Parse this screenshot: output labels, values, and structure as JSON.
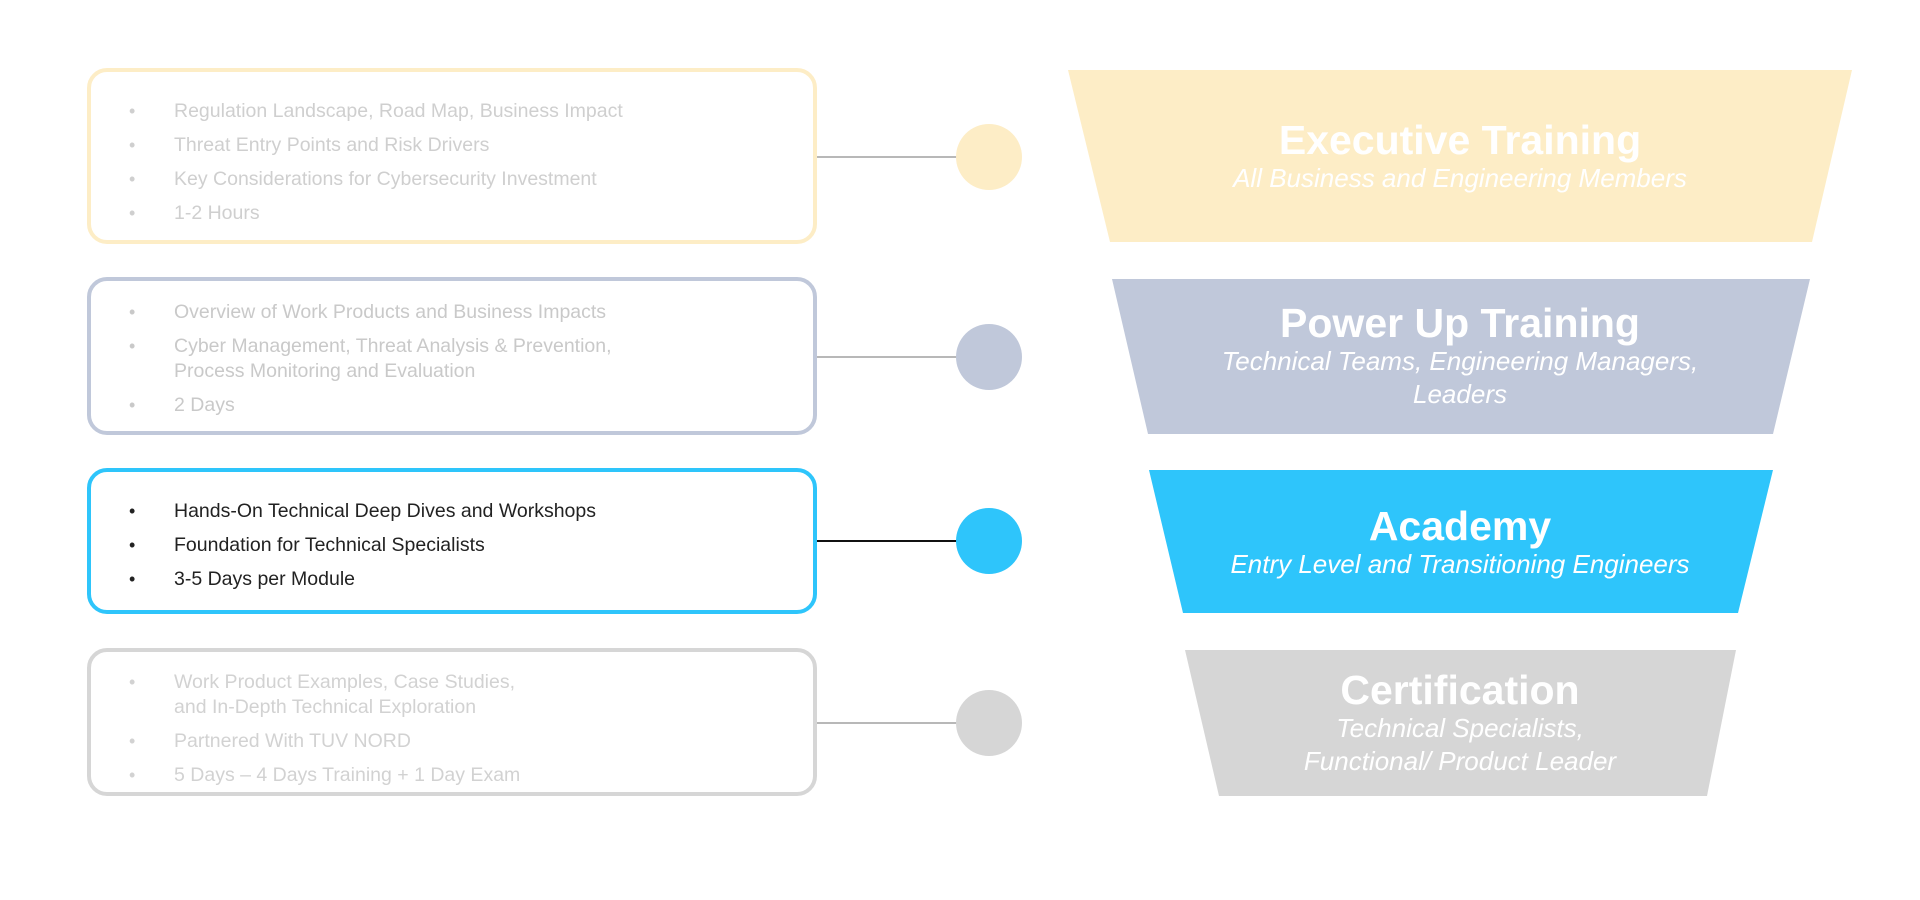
{
  "colors": {
    "exec": "#fdedc6",
    "power": "#c0c8da",
    "academy": "#2ec5fb",
    "cert": "#d6d6d6",
    "exec_text": "#cfcfcf",
    "power_text": "#c9c9c9",
    "academy_text": "#222222",
    "cert_text": "#d2d2d2"
  },
  "tiers": [
    {
      "title": "Executive Training",
      "subtitle": "All Business and Engineering Members",
      "bullets": [
        [
          "Regulation Landscape, Road Map, Business Impact"
        ],
        [
          "Threat Entry Points and Risk Drivers"
        ],
        [
          "Key Considerations for Cybersecurity Investment"
        ],
        [
          "1-2 Hours"
        ]
      ]
    },
    {
      "title": "Power Up Training",
      "subtitle": "Technical Teams, Engineering Managers,\nLeaders",
      "bullets": [
        [
          "Overview of Work Products and Business Impacts"
        ],
        [
          "Cyber Management, Threat Analysis & Prevention,",
          "Process Monitoring and Evaluation"
        ],
        [
          "2 Days"
        ]
      ]
    },
    {
      "title": "Academy",
      "subtitle": "Entry Level and Transitioning Engineers",
      "bullets": [
        [
          "Hands-On Technical Deep Dives and Workshops"
        ],
        [
          "Foundation for Technical Specialists"
        ],
        [
          "3-5 Days per Module"
        ]
      ]
    },
    {
      "title": "Certification",
      "subtitle": "Technical Specialists,\nFunctional/ Product Leader",
      "bullets": [
        [
          "Work Product Examples, Case Studies,",
          "and In-Depth Technical Exploration"
        ],
        [
          "Partnered With TUV NORD"
        ],
        [
          "5 Days – 4 Days Training + 1 Day Exam"
        ]
      ]
    }
  ]
}
